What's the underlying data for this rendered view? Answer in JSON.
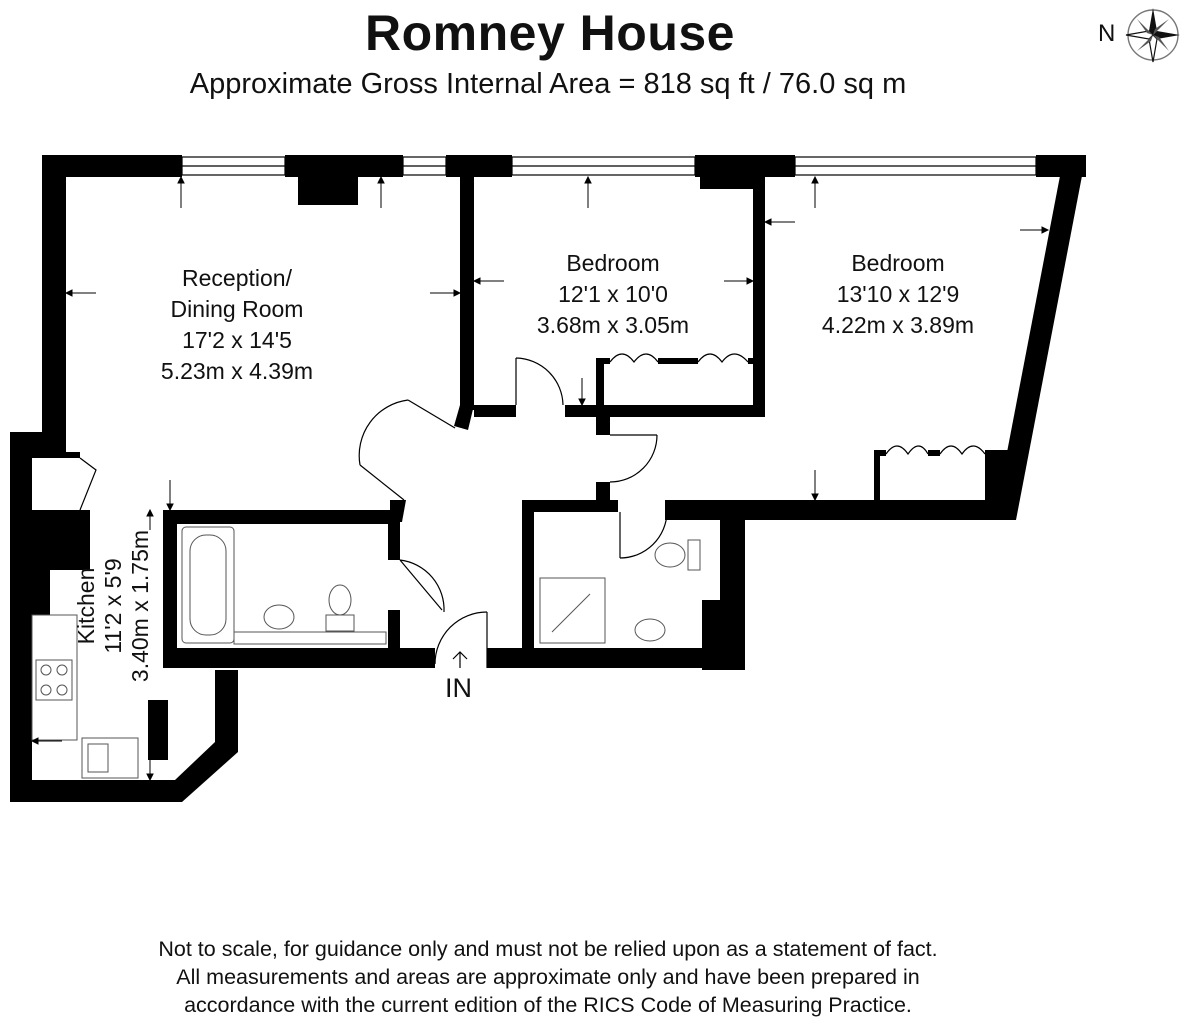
{
  "header": {
    "title": "Romney House",
    "subtitle": "Approximate Gross Internal Area = 818 sq ft / 76.0 sq m"
  },
  "compass": {
    "label": "N",
    "icon": "compass-rose-icon"
  },
  "rooms": {
    "reception": {
      "name_line1": "Reception/",
      "name_line2": "Dining Room",
      "imperial": "17'2 x 14'5",
      "metric": "5.23m x 4.39m"
    },
    "bedroom1": {
      "name": "Bedroom",
      "imperial": "12'1 x 10'0",
      "metric": "3.68m x 3.05m"
    },
    "bedroom2": {
      "name": "Bedroom",
      "imperial": "13'10 x 12'9",
      "metric": "4.22m x 3.89m"
    },
    "kitchen": {
      "name": "Kitchen",
      "imperial": "11'2 x 5'9",
      "metric": "3.40m x 1.75m"
    }
  },
  "entrance": {
    "label": "IN"
  },
  "disclaimer": {
    "line1": "Not to scale, for guidance only and must not be relied upon as a statement of fact.",
    "line2": "All measurements and areas are approximate only and have been prepared in",
    "line3": "accordance with the current edition of the RICS Code of Measuring Practice."
  },
  "colors": {
    "wall": "#000000",
    "background": "#ffffff",
    "fixture": "#888888"
  }
}
